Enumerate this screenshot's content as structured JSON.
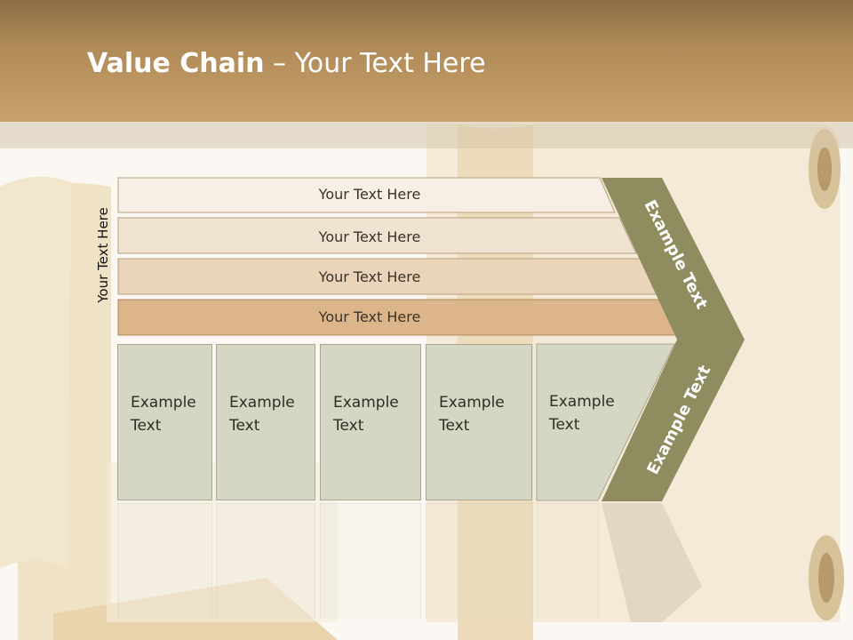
{
  "title": {
    "bold": "Value Chain",
    "rest": " – Your Text Here"
  },
  "side_label": "Your Text Here",
  "bars": [
    {
      "label": "Your Text Here"
    },
    {
      "label": "Your Text Here"
    },
    {
      "label": "Your Text Here"
    },
    {
      "label": "Your Text Here"
    }
  ],
  "boxes": [
    {
      "line1": "Example",
      "line2": "Text"
    },
    {
      "line1": "Example",
      "line2": "Text"
    },
    {
      "line1": "Example",
      "line2": "Text"
    },
    {
      "line1": "Example",
      "line2": "Text"
    },
    {
      "line1": "Example",
      "line2": "Text"
    }
  ],
  "chevron": {
    "upper_label": "Example Text",
    "lower_label": "Example Text"
  },
  "colors": {
    "header": "#b18b58",
    "chevron": "#8f8c60",
    "bar1": "#f7efe5",
    "bar2": "#f1e3d1",
    "bar3": "#ead5bb",
    "bar4": "#dcb68a",
    "box": "#d6d6c4"
  }
}
